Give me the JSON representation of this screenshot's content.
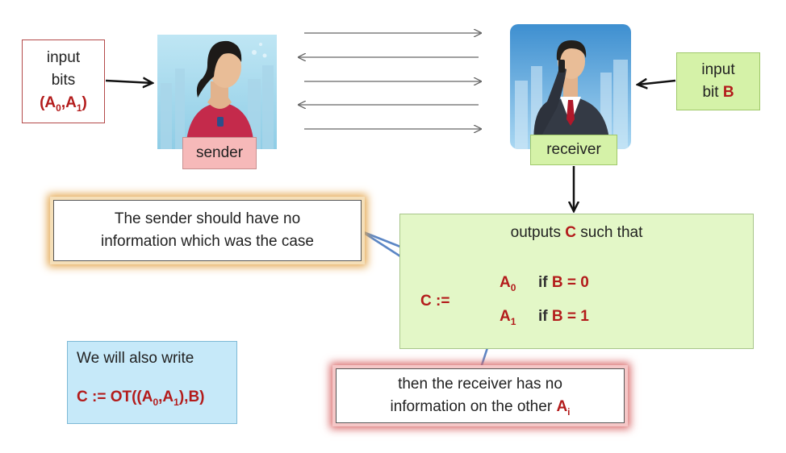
{
  "input_bits": {
    "line1": "input",
    "line2": "bits",
    "pair_open": "(A",
    "sub0": "0",
    "comma": ",A",
    "sub1": "1",
    "pair_close": ")"
  },
  "input_bit": {
    "line1": "input",
    "line2_prefix": "bit ",
    "var": "B"
  },
  "sender_label": "sender",
  "receiver_label": "receiver",
  "sender_note": {
    "line1": "The sender should have no",
    "line2": "information which was the case"
  },
  "outputs": {
    "title_prefix": "outputs ",
    "title_var": "C",
    "title_suffix": " such that",
    "assign": "C :=",
    "a0": "A",
    "a0_sub": "0",
    "a1": "A",
    "a1_sub": "1",
    "cond0_prefix": "if ",
    "cond0_expr": "B = 0",
    "cond1_prefix": "if ",
    "cond1_expr": "B = 1"
  },
  "receiver_note": {
    "line1": "then the receiver has no",
    "line2_prefix": "information on the other ",
    "var": "A",
    "var_sub": "i"
  },
  "also_write": {
    "line1": "We will also write",
    "f1": "C := OT((A",
    "f_sub0": "0",
    "f2": ",A",
    "f_sub1": "1",
    "f3": "),B)"
  },
  "colors": {
    "accent_red": "#b31b1b",
    "arrow_blue": "#5b86c5",
    "green_box": "#e3f7c7",
    "blue_box": "#c6e9f9",
    "pink_box": "#f6b9b9"
  },
  "icons": [
    "woman-listening-illustration",
    "businessman-on-phone-illustration"
  ]
}
